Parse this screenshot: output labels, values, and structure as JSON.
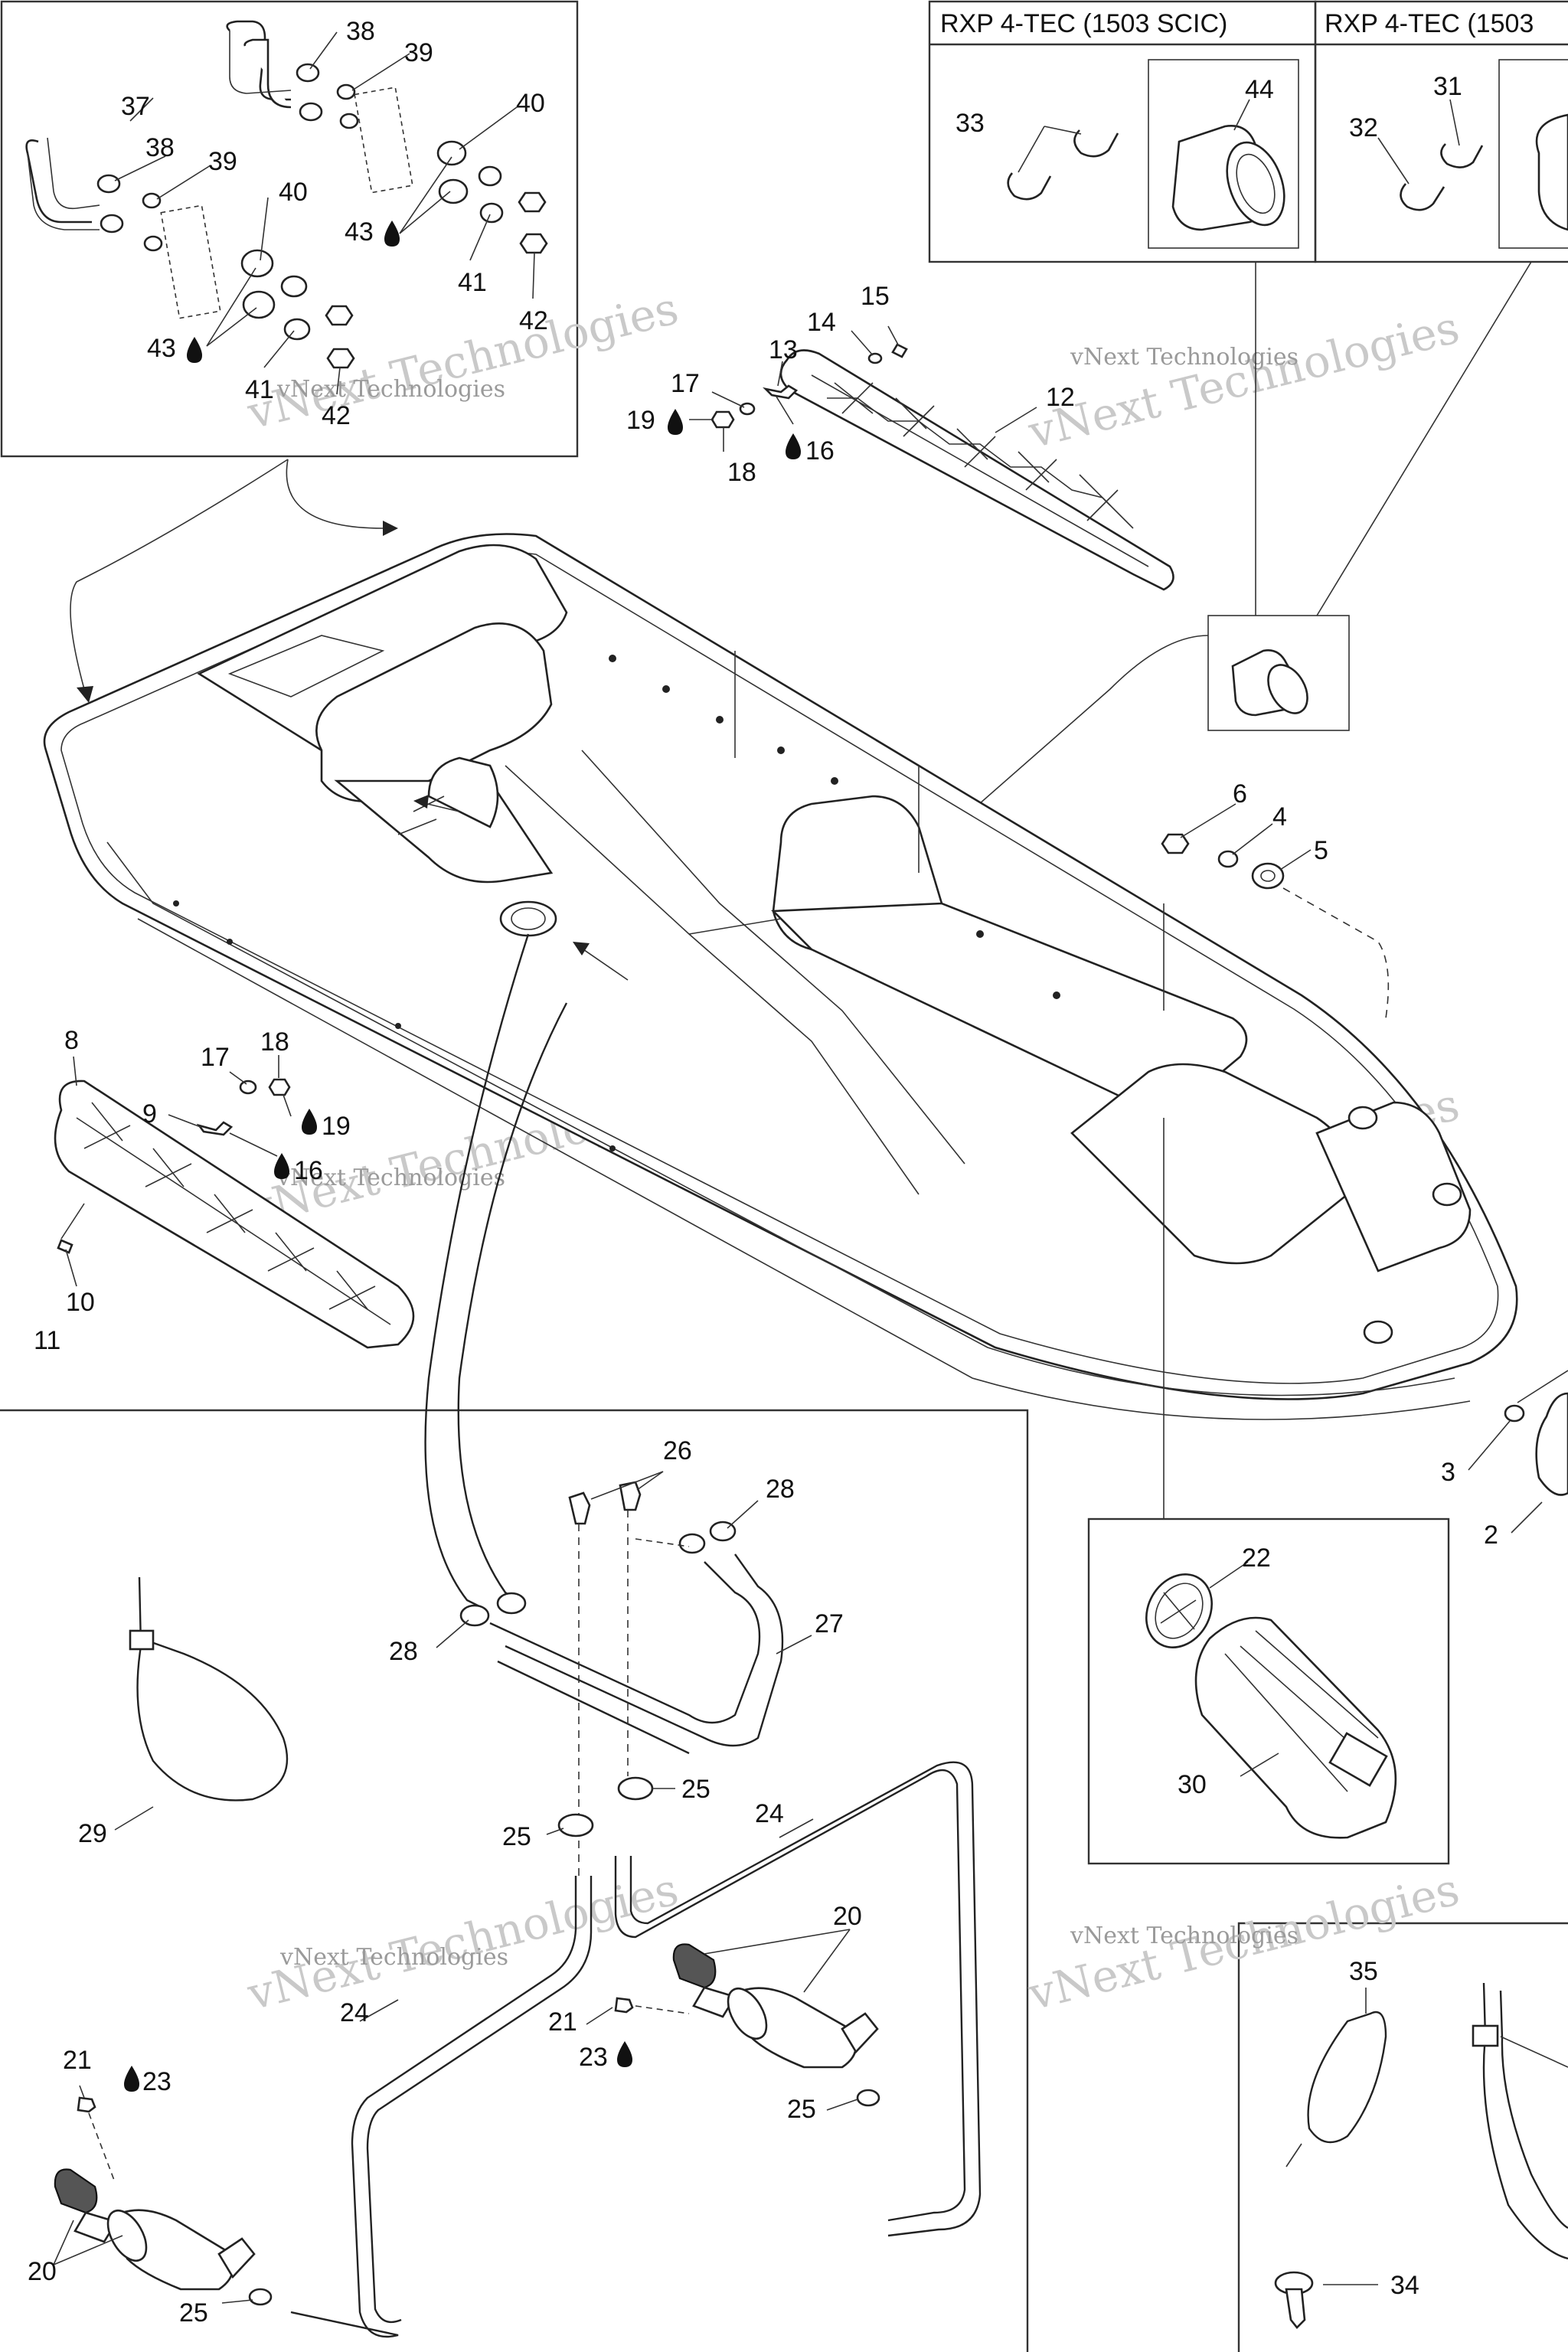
{
  "panels": {
    "scic_header": "RXP 4-TEC (1503 SCIC)",
    "right_header": "RXP 4-TEC (1503"
  },
  "callouts": {
    "c37": "37",
    "c38a": "38",
    "c39a": "39",
    "c40a": "40",
    "c38b": "38",
    "c39b": "39",
    "c40b": "40",
    "c43a": "43",
    "c41a": "41",
    "c42a": "42",
    "c43b": "43",
    "c41b": "41",
    "c42b": "42",
    "c33": "33",
    "c44": "44",
    "c32": "32",
    "c31": "31",
    "c15": "15",
    "c14": "14",
    "c13": "13",
    "c17a": "17",
    "c19a": "19",
    "c16a": "16",
    "c18a": "18",
    "c12": "12",
    "c6": "6",
    "c4": "4",
    "c5": "5",
    "c8": "8",
    "c17b": "17",
    "c18b": "18",
    "c9": "9",
    "c19b": "19",
    "c16b": "16",
    "c10": "10",
    "c11": "11",
    "c3": "3",
    "c2": "2",
    "c26": "26",
    "c28a": "28",
    "c27": "27",
    "c28b": "28",
    "c25a": "25",
    "c25b": "25",
    "c24a": "24",
    "c29": "29",
    "c20a": "20",
    "c21a": "21",
    "c23a": "23",
    "c24b": "24",
    "c25c": "25",
    "c21b": "21",
    "c23b": "23",
    "c20b": "20",
    "c25d": "25",
    "c22": "22",
    "c30": "30",
    "c35": "35",
    "c34": "34"
  },
  "watermark": {
    "big": "vNext Technologies",
    "small": "vNext Technologies"
  },
  "colors": {
    "ink": "#222222",
    "watermark": "#c9c9c9",
    "background": "#ffffff"
  }
}
